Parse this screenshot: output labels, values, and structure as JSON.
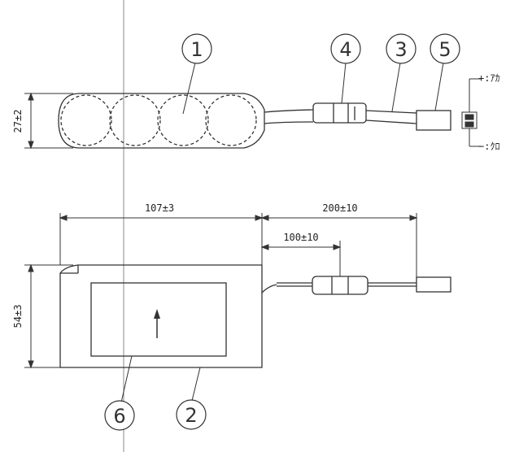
{
  "callouts": {
    "c1": "1",
    "c2": "2",
    "c3": "3",
    "c4": "4",
    "c5": "5",
    "c6": "6"
  },
  "dimensions": {
    "height_top": "27±2",
    "length": "107±3",
    "lead_total": "200±10",
    "lead_mid": "100±10",
    "height_bottom": "54±3"
  },
  "polarity": {
    "plus": "+:ｱｶ",
    "minus": "−:ｸﾛ"
  },
  "colors": {
    "line": "#333333",
    "background": "#ffffff"
  }
}
